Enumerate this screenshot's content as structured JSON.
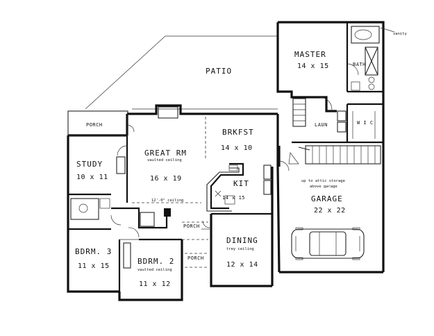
{
  "rooms": {
    "patio": {
      "name": "PATIO"
    },
    "master": {
      "name": "MASTER",
      "size": "14 x 15"
    },
    "bath": {
      "name": "BATH"
    },
    "laun": {
      "name": "LAUN"
    },
    "wic": {
      "name": "W I C"
    },
    "porch_top": {
      "name": "PORCH"
    },
    "study": {
      "name": "STUDY",
      "size": "10 x 11"
    },
    "great_rm": {
      "name": "GREAT RM",
      "note": "vaulted ceiling",
      "size": "16 x 19"
    },
    "brkfst": {
      "name": "BRKFST",
      "size": "14 x 10"
    },
    "kit": {
      "name": "KIT",
      "size": "14 x 15"
    },
    "garage": {
      "name": "GARAGE",
      "note1": "up to attic storage",
      "note2": "above garage",
      "size": "22 x 22"
    },
    "dining": {
      "name": "DINING",
      "note": "trey ceiling",
      "size": "12 x 14"
    },
    "porch_mid": {
      "name": "PORCH"
    },
    "porch_front": {
      "name": "PORCH"
    },
    "bdrm3": {
      "name": "BDRM. 3",
      "size": "11 x 15"
    },
    "bdrm2": {
      "name": "BDRM. 2",
      "note": "vaulted ceiling",
      "size": "11 x 12"
    }
  },
  "annotations": {
    "beam": "12'-0\" ceiling",
    "vanity": "vanity"
  }
}
